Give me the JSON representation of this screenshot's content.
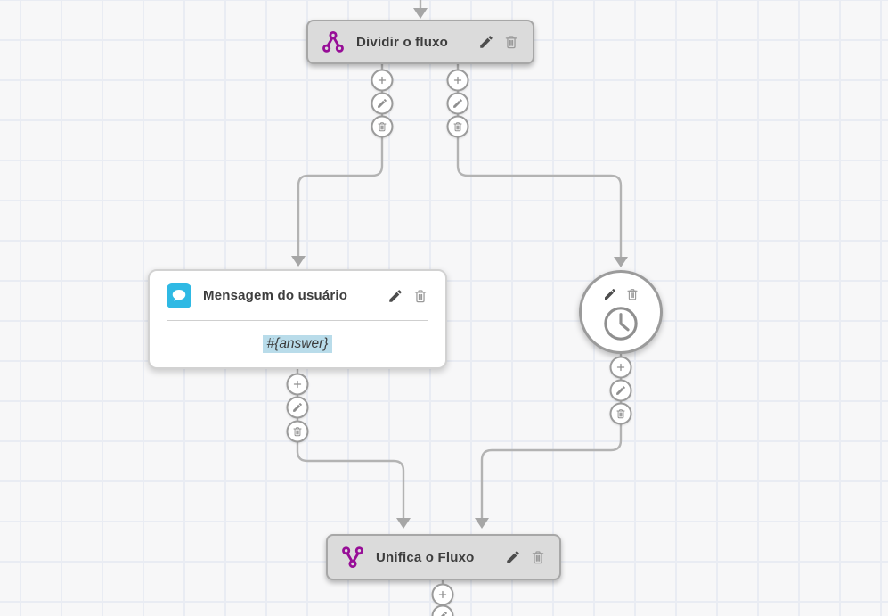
{
  "colors": {
    "accent-purple": "#970e97",
    "accent-blue": "#2fb9e4",
    "highlight-blue": "#b9dcea",
    "node-gray": "#dbdbdb",
    "node-border": "#a7a7a7",
    "connector": "#b3b3b3"
  },
  "flow": {
    "nodes": {
      "split": {
        "title": "Dividir o fluxo",
        "icon": "split-icon"
      },
      "user_message": {
        "title": "Mensagem do usuário",
        "icon": "chat-bubble-icon",
        "body": "#{answer}"
      },
      "timer": {
        "icon": "clock-icon"
      },
      "merge": {
        "title": "Unifica o Fluxo",
        "icon": "merge-icon"
      }
    }
  }
}
